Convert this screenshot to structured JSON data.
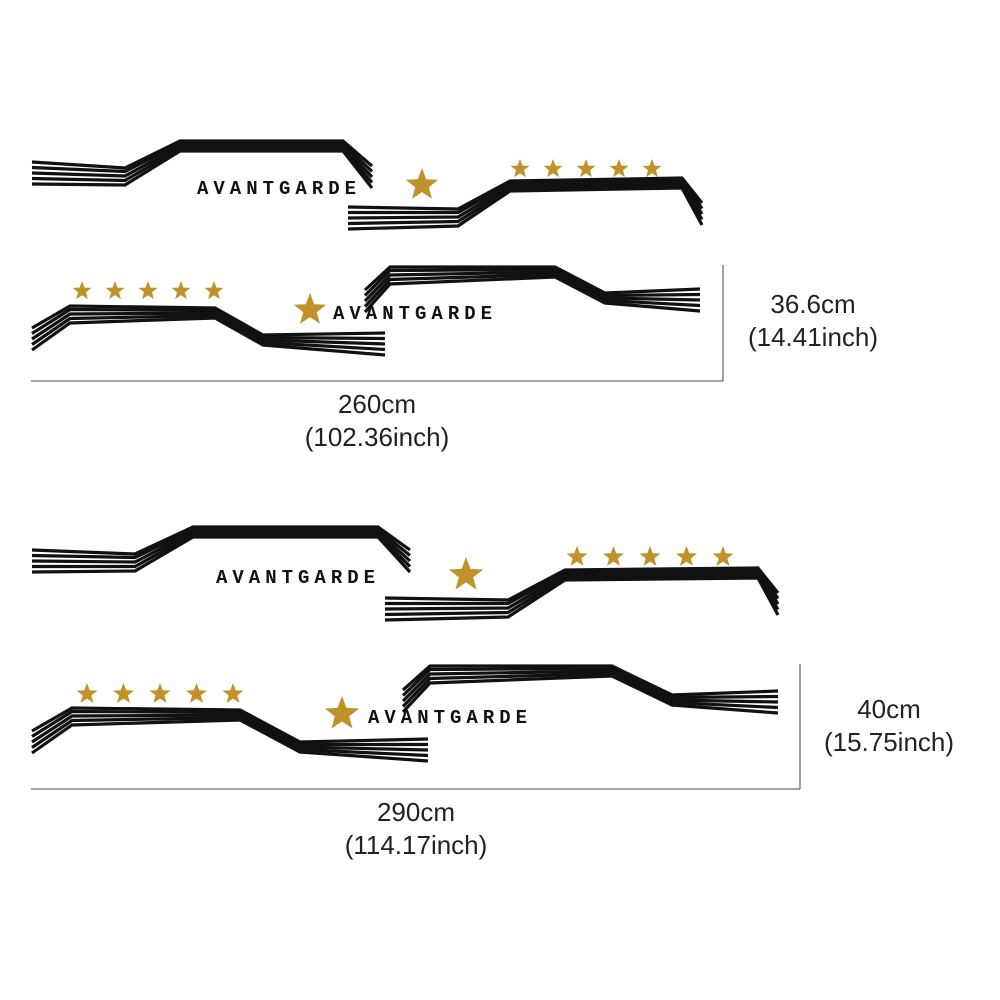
{
  "colors": {
    "stripe": "#111111",
    "star": "#c0922a",
    "dimension_line": "#444444",
    "background": "#ffffff"
  },
  "icons": {
    "star": "star-icon",
    "stripe": "stripe-graphic"
  },
  "decal_sets": [
    {
      "wordmark": "AVANTGARDE",
      "star_count": 5,
      "length_label": "260cm",
      "length_label_inch": "(102.36inch)",
      "height_label": "36.6cm",
      "height_label_inch": "(14.41inch)"
    },
    {
      "wordmark": "AVANTGARDE",
      "star_count": 5,
      "length_label": "290cm",
      "length_label_inch": "(114.17inch)",
      "height_label": "40cm",
      "height_label_inch": "(15.75inch)"
    }
  ]
}
